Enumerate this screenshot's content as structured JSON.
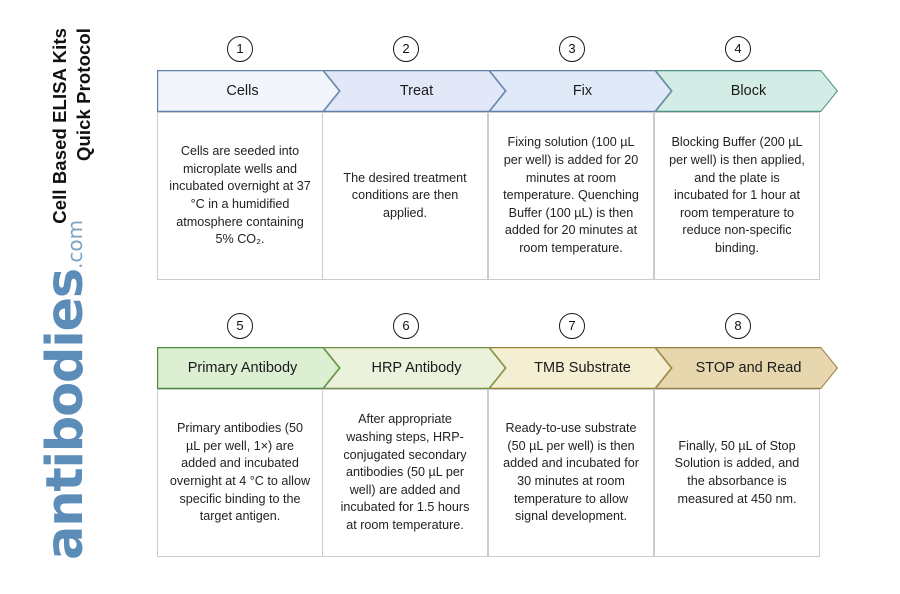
{
  "title": {
    "line1": "Cell Based ELISA Kits",
    "line2": "Quick Protocol"
  },
  "brand": {
    "wordmark": "antibodies",
    "tld": ".com",
    "color": "#5b8db8"
  },
  "rows": [
    {
      "row_id": "row-1",
      "steps": [
        {
          "number": "1",
          "label": "Cells",
          "fill": "#f2f6fc",
          "stroke": "#5f7fa8",
          "description": "Cells are seeded into microplate wells and incubated overnight at 37 °C in a humidified atmosphere containing 5% CO₂."
        },
        {
          "number": "2",
          "label": "Treat",
          "fill": "#e2e8f8",
          "stroke": "#5f7fa8",
          "description": "The desired treatment conditions are then applied."
        },
        {
          "number": "3",
          "label": "Fix",
          "fill": "#dfe9f7",
          "stroke": "#5f7fa8",
          "description": "Fixing solution (100 µL per well) is added for 20 minutes at room temperature. Quenching Buffer (100 µL) is then added for 20 minutes at room temperature."
        },
        {
          "number": "4",
          "label": "Block",
          "fill": "#d4ece6",
          "stroke": "#4f9184",
          "description": "Blocking Buffer (200 µL per well) is then applied, and the plate is incubated for 1 hour at room temperature to reduce non-specific binding."
        }
      ]
    },
    {
      "row_id": "row-2",
      "steps": [
        {
          "number": "5",
          "label": "Primary Antibody",
          "fill": "#dcefd2",
          "stroke": "#4e8a3c",
          "description": "Primary antibodies (50 µL per well, 1×) are added and incubated overnight at 4 °C to allow specific binding to the target antigen."
        },
        {
          "number": "6",
          "label": "HRP Antibody",
          "fill": "#eaf2dc",
          "stroke": "#6f8f3c",
          "description": "After appropriate washing steps, HRP-conjugated secondary antibodies (50 µL per well) are added and incubated for 1.5 hours at room temperature."
        },
        {
          "number": "7",
          "label": "TMB Substrate",
          "fill": "#f4eed3",
          "stroke": "#998338",
          "description": "Ready-to-use substrate (50 µL per well) is then added and incubated for 30 minutes at room temperature to allow signal development."
        },
        {
          "number": "8",
          "label": "STOP and Read",
          "fill": "#e7d7ae",
          "stroke": "#9a7f3e",
          "description": "Finally, 50 µL of Stop Solution is added, and the absorbance is measured at 450 nm."
        }
      ]
    }
  ]
}
